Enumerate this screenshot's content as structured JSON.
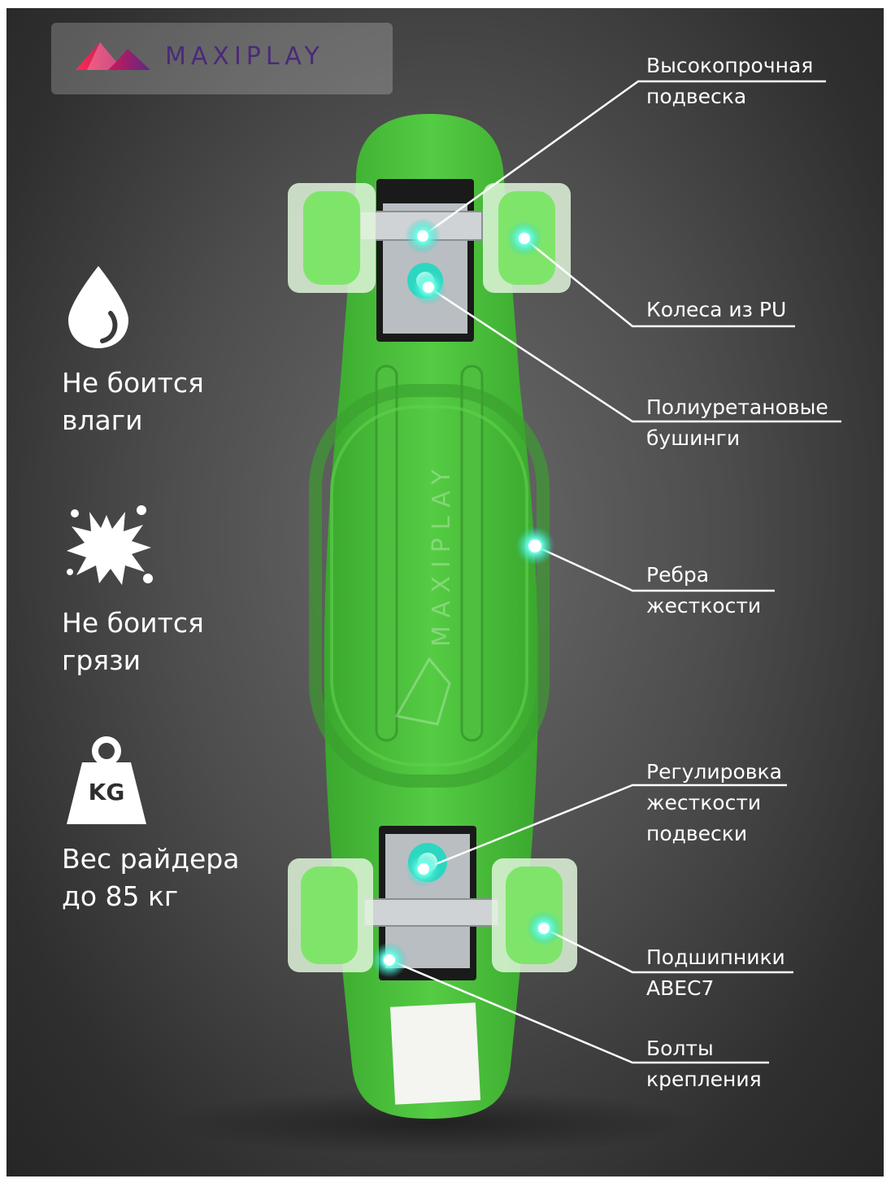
{
  "brand": {
    "name": "MAXIPLAY"
  },
  "deck_watermark": "MAXIPLAY",
  "features": [
    {
      "icon": "water-drop-icon",
      "line1": "Не боится",
      "line2": "влаги"
    },
    {
      "icon": "dirt-splash-icon",
      "line1": "Не боится",
      "line2": "грязи"
    },
    {
      "icon": "weight-icon",
      "icon_text": "KG",
      "line1": "Вес райдера",
      "line2": "до 85 кг"
    }
  ],
  "callouts": [
    {
      "line1": "Высокопрочная",
      "line2": "подвеска"
    },
    {
      "line1": "Колеса из PU",
      "line2": ""
    },
    {
      "line1": "Полиуретановые",
      "line2": "бушинги"
    },
    {
      "line1": "Ребра",
      "line2": "жесткости"
    },
    {
      "line1": "Регулировка",
      "line2": "жесткости",
      "line3": "подвески"
    },
    {
      "line1": "Подшипники",
      "line2": "ABEC7"
    },
    {
      "line1": "Болты",
      "line2": "крепления"
    }
  ],
  "colors": {
    "deck": "#49c23a",
    "wheel": "#7fe56a",
    "glow": "#5fffe6",
    "brand": "#4a2a78"
  }
}
